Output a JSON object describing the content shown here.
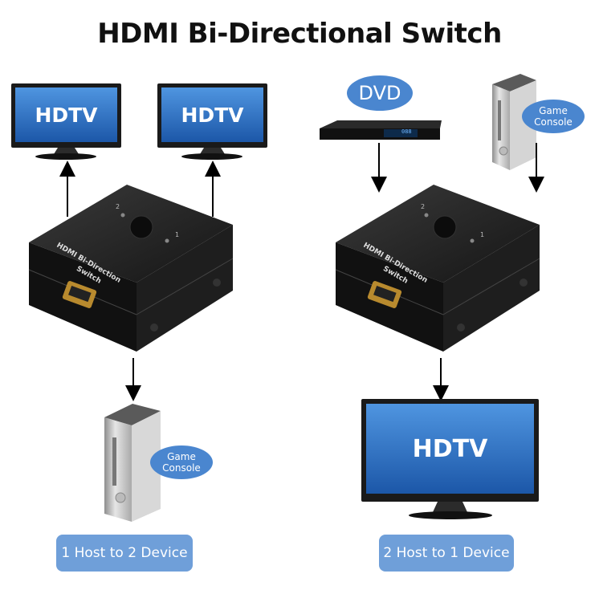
{
  "title": "HDMI Bi-Directional Switch",
  "colors": {
    "screen_blue": "#2a6fc4",
    "bubble_blue": "#4a86cf",
    "pill_blue": "#6f9fd9",
    "device_black": "#1a1a1a",
    "console_silver": "#c9c9c9"
  },
  "left_panel": {
    "tv_left_label": "HDTV",
    "tv_right_label": "HDTV",
    "switch": {
      "label_line1": "HDMI Bi-Direction",
      "label_line2": "Switch",
      "port_label_2": "2",
      "port_label_1": "1"
    },
    "console_bubble_line1": "Game",
    "console_bubble_line2": "Console",
    "mode_label": "1 Host to 2 Device"
  },
  "right_panel": {
    "dvd_label": "DVD",
    "dvd_display": "088",
    "console_bubble_line1": "Game",
    "console_bubble_line2": "Console",
    "switch": {
      "label_line1": "HDMI Bi-Direction",
      "label_line2": "Switch",
      "port_label_2": "2",
      "port_label_1": "1"
    },
    "tv_label": "HDTV",
    "mode_label": "2 Host to 1 Device"
  }
}
